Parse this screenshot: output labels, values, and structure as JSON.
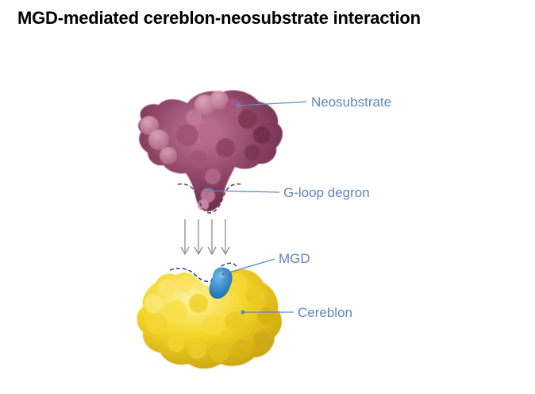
{
  "title": "MGD-mediated cereblon-neosubstrate interaction",
  "labels": {
    "neosubstrate": "Neosubstrate",
    "degron": "G-loop degron",
    "mgd": "MGD",
    "cereblon": "Cereblon"
  },
  "colors": {
    "neosubstrate": "#8a3f60",
    "neosubstrate_light": "#c988a6",
    "cereblon": "#f1d21e",
    "cereblon_shadow": "#d3ac14",
    "mgd": "#2c86c9",
    "callout": "#5f86bd",
    "arrow": "#8c8c8c",
    "dash": "#6d3a66"
  }
}
